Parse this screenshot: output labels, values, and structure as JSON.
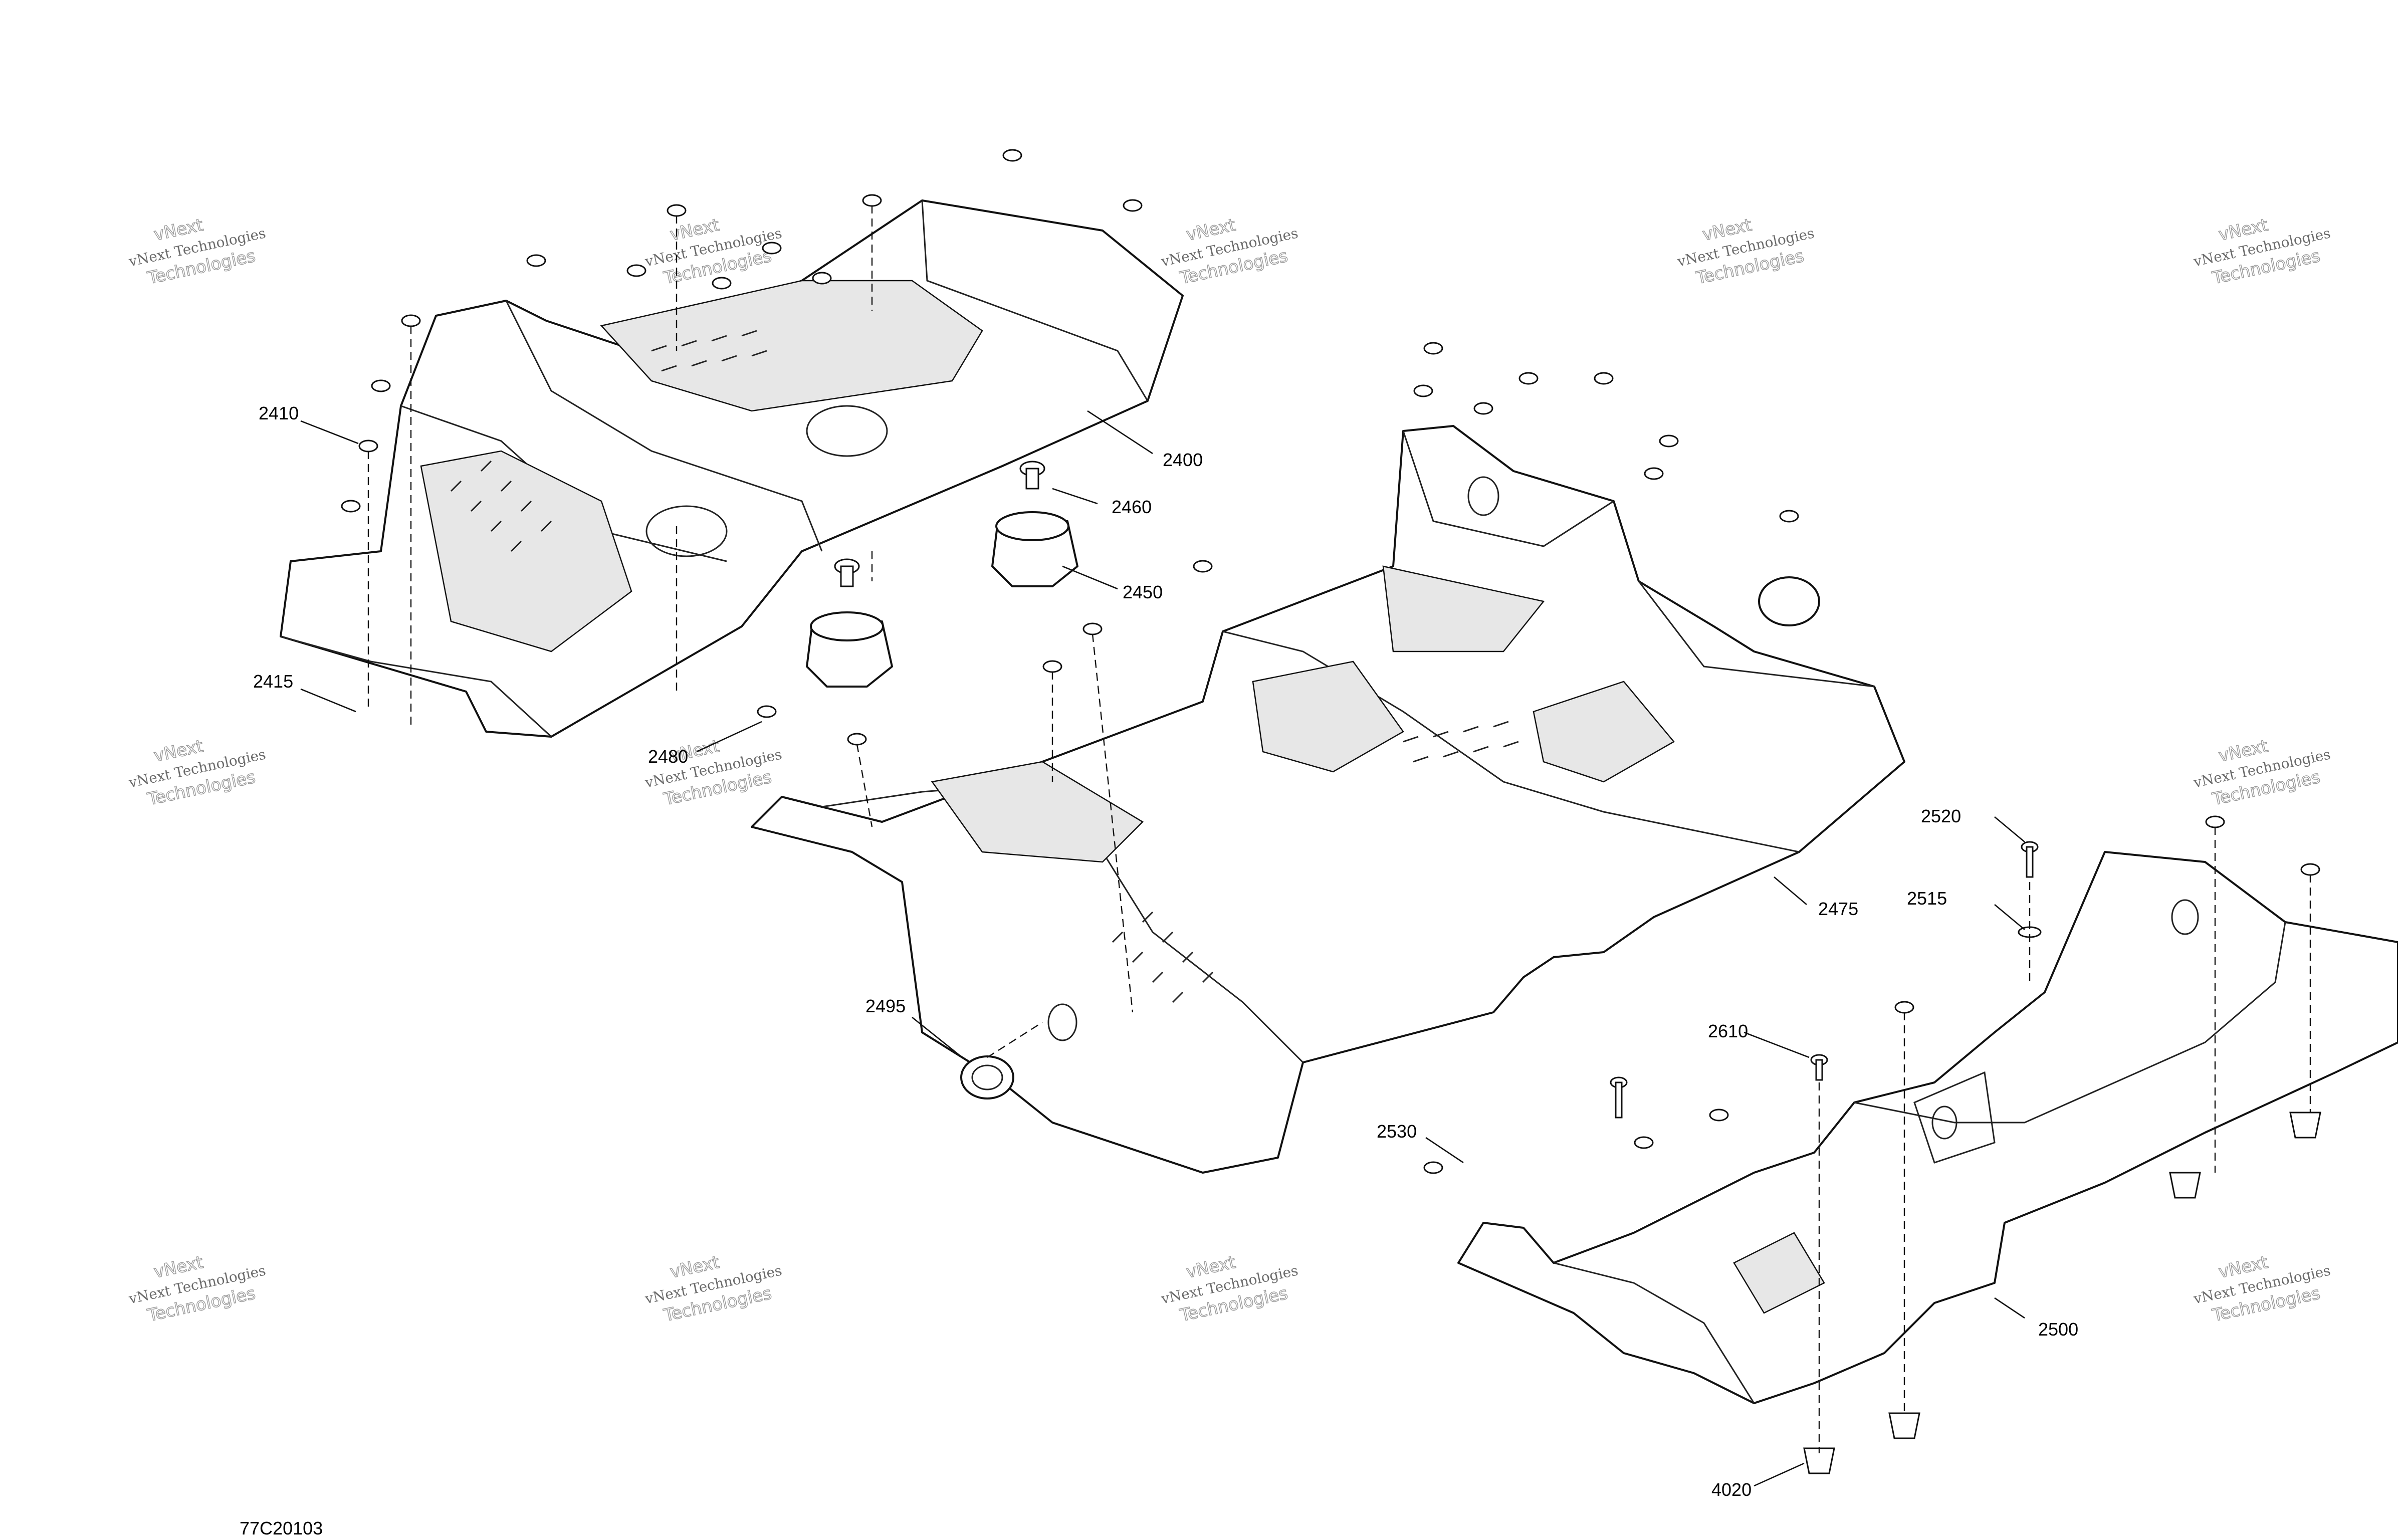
{
  "callouts": [
    {
      "id": "2400",
      "label": "2400"
    },
    {
      "id": "2410",
      "label": "2410"
    },
    {
      "id": "2415",
      "label": "2415"
    },
    {
      "id": "2450",
      "label": "2450"
    },
    {
      "id": "2460",
      "label": "2460"
    },
    {
      "id": "2475",
      "label": "2475"
    },
    {
      "id": "2480",
      "label": "2480"
    },
    {
      "id": "2495",
      "label": "2495"
    },
    {
      "id": "2500",
      "label": "2500"
    },
    {
      "id": "2515",
      "label": "2515"
    },
    {
      "id": "2520",
      "label": "2520"
    },
    {
      "id": "2530",
      "label": "2530"
    },
    {
      "id": "2610",
      "label": "2610"
    },
    {
      "id": "4020",
      "label": "4020"
    }
  ],
  "drawing_number": "77C20103",
  "watermark": {
    "line1": "vNext Technologies",
    "line2": "vNext",
    "line3": "Technologies"
  }
}
